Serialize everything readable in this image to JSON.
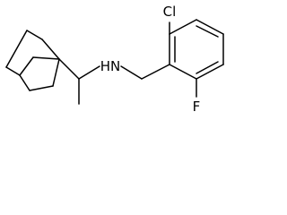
{
  "molecule": {
    "atoms": {
      "amine": "HN",
      "chlorine": "Cl",
      "fluorine": "F"
    },
    "colors": {
      "bond": "#000000",
      "label": "#000000",
      "background": "#ffffff"
    }
  }
}
